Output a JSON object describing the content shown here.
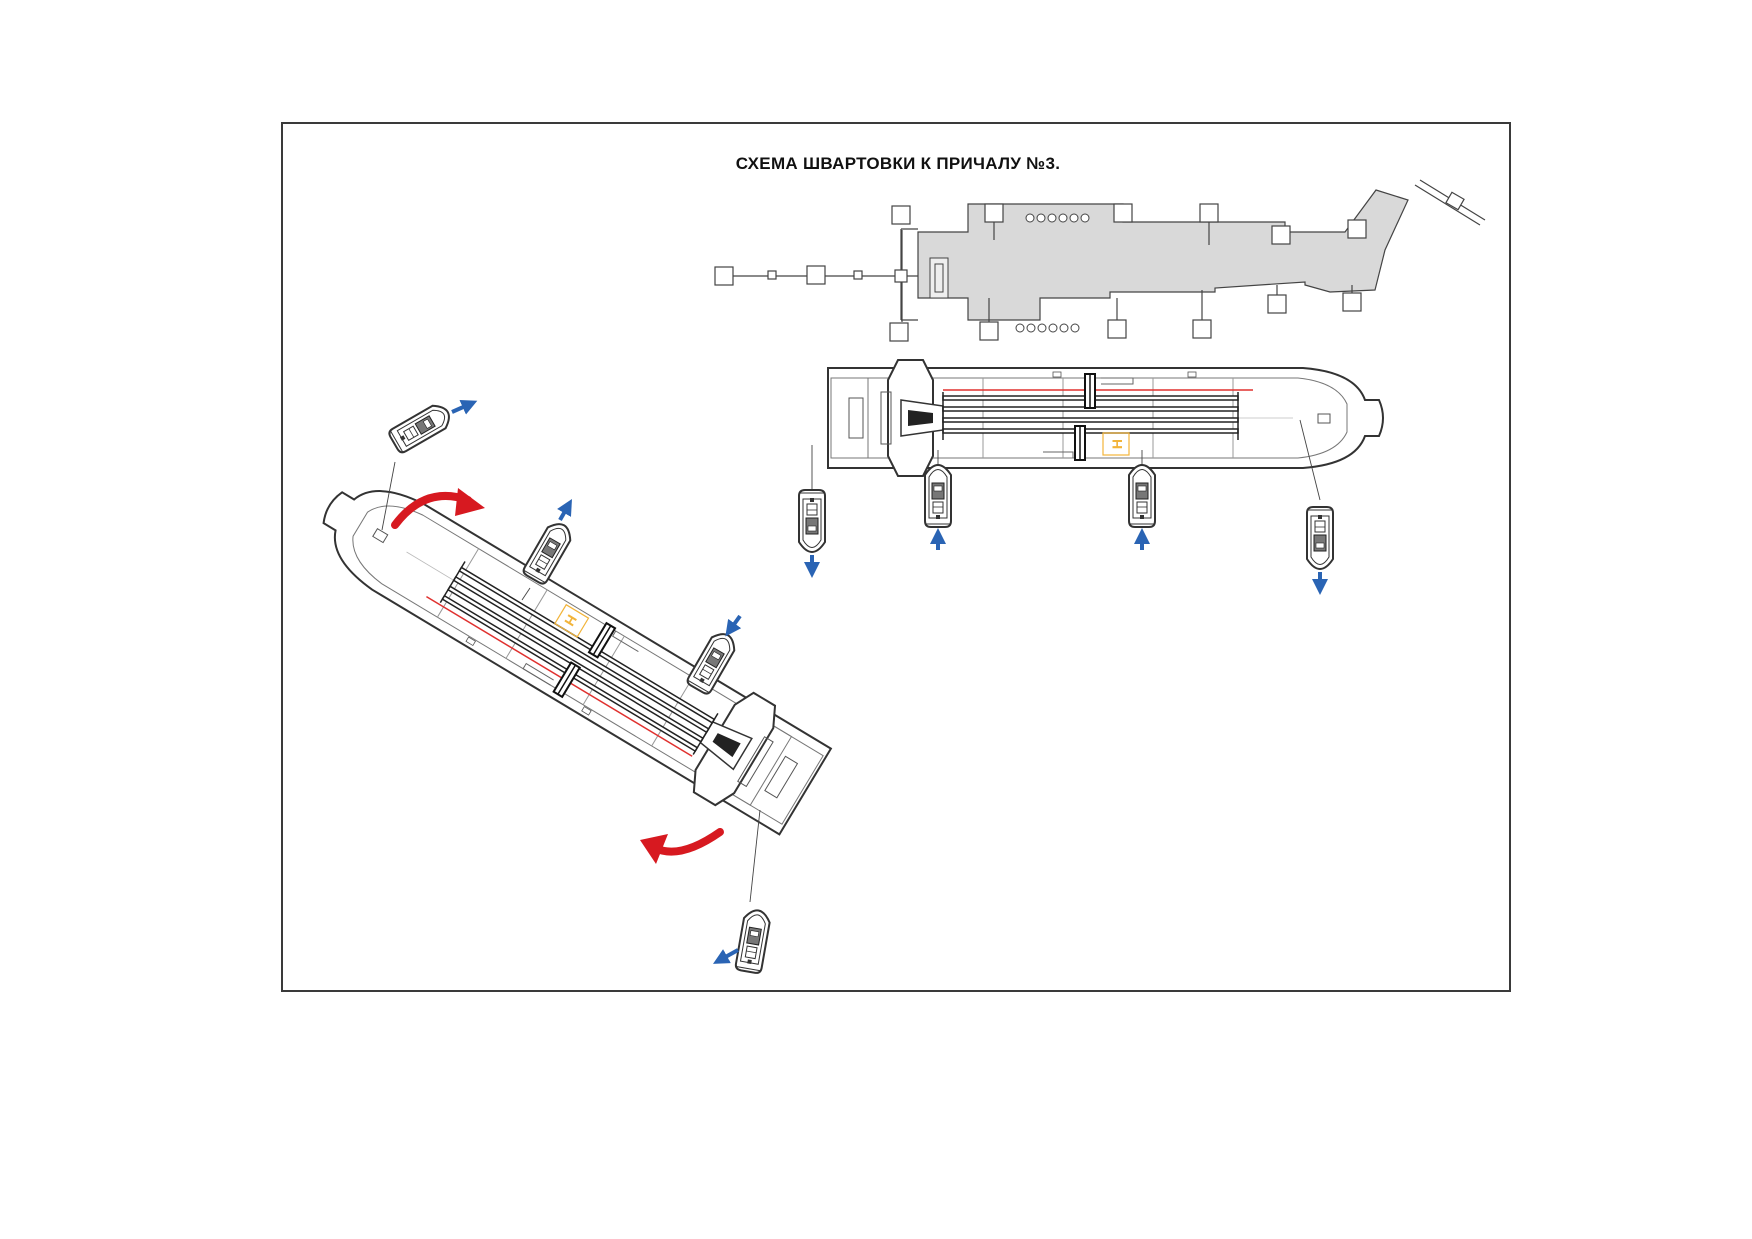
{
  "title": "СХЕМА ШВАРТОВКИ К ПРИЧАЛУ №3.",
  "colors": {
    "pier": "#d9d9d9",
    "line": "#333333",
    "arrow_red": "#d71920",
    "tug_arrow": "#2a64b4",
    "hatch_marker": "#f2b43a",
    "pipe_red": "#e0312f"
  },
  "elements": {
    "pier": "berth-3",
    "moored_vessel": "tanker-moored",
    "approaching_vessel": "tanker-turning",
    "tugboats": 8,
    "turning_arrows": 2
  }
}
